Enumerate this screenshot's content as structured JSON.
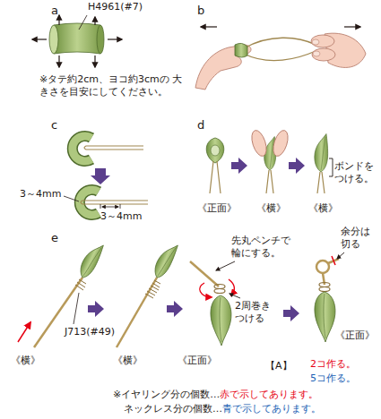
{
  "diagram": {
    "labels": [
      "a",
      "H4961(#7)",
      "※タテ約2cm、ヨコ約3cmの 大きさを目安にしてください。",
      "b",
      "c",
      "3～4mm",
      "3～4mm",
      "d",
      "《正面》",
      "《横》",
      "ボンドを つける。",
      "《横》",
      "e",
      "《横》",
      "J713(#49)",
      "《横》",
      "先丸ペンチで 輪にする。",
      "2周巻き つける",
      "《正面》",
      "余分は 切る",
      "《正面》",
      "【A】",
      "2コ作る。",
      "5コ作る。",
      "※イヤリング分の個数…",
      "赤で示してあります。",
      "ネックレス分の個数…",
      "青で示してあります。"
    ]
  }
}
